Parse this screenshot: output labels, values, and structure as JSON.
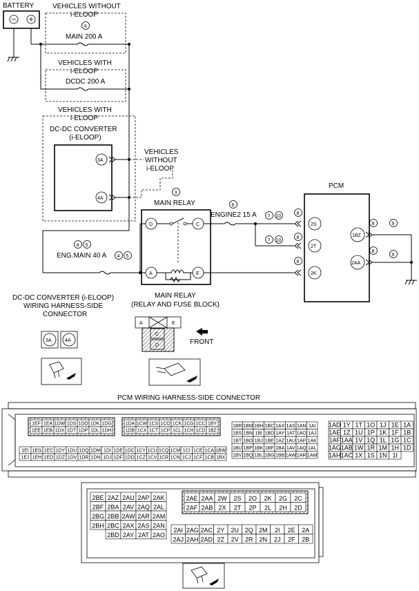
{
  "labels": {
    "battery": "BATTERY",
    "without_ieloop_a": "VEHICLES WITHOUT",
    "without_ieloop_b": "i-ELOOP",
    "with_ieloop_a": "VEHICLES WITH",
    "with_ieloop_b": "i-ELOOP",
    "main_fuse": "MAIN 200 A",
    "dcdc_fuse": "DCDC 200 A",
    "with_ieloop2_a": "VEHICLES WITH",
    "with_ieloop2_b": "i-ELOOP",
    "dcdc_conv_a": "DC-DC CONVERTER",
    "dcdc_conv_b": "(i-ELOOP)",
    "without2_a": "VEHICLES",
    "without2_b": "WITHOUT",
    "without2_c": "i-ELOOP",
    "main_relay": "MAIN RELAY",
    "engine2_fuse": "ENGINE2 15 A",
    "eng_main_fuse": "ENG.MAIN 40 A",
    "pcm": "PCM",
    "main_relay_cap_a": "MAIN RELAY",
    "main_relay_cap_b": "(RELAY AND FUSE BLOCK)",
    "dcdc_conn_a": "DC-DC CONVERTER (i-ELOOP)",
    "dcdc_conn_b": "WIRING HARNESS-SIDE",
    "dcdc_conn_c": "CONNECTOR",
    "front": "FRONT",
    "pcm_conn_title": "PCM WIRING HARNESS-SIDE CONNECTOR"
  },
  "callouts": {
    "c4": "4",
    "c3": "3",
    "c6": "6",
    "c7": "7",
    "c8": "8",
    "c9": "9",
    "c10": "10",
    "c5": "5"
  },
  "pins": {
    "p3A": "3A",
    "p4A": "4A",
    "pD": "D",
    "pC": "C",
    "pA": "A",
    "pE": "E",
    "p2S": "2S",
    "p2T": "2T",
    "p2K": "2K",
    "p1BZ": "1BZ",
    "p2AA": "2AA"
  },
  "relay_face": {
    "a": "A",
    "e": "E",
    "c": "C",
    "d": "D"
  },
  "pcm_connector": {
    "blockA": [
      [
        "1EF",
        "1EA",
        "1DW",
        "1DS",
        "1DO",
        "1DK",
        "1DG"
      ],
      [
        "1EE",
        "1EB",
        "1DX",
        "1DT",
        "1DP",
        "1DL",
        "1DH"
      ],
      [
        "1EI",
        "1EG",
        "1EC",
        "1DY",
        "1DU",
        "1DQ",
        "1DM",
        "1DI"
      ],
      [
        "1EJ",
        "1EH",
        "1ED",
        "1DZ",
        "1DV",
        "1DR",
        "1DN",
        "1DJ"
      ]
    ],
    "blockB": [
      [
        "1DA",
        "1CW",
        "1CS",
        "1CO",
        "1CK",
        "1CG",
        "1CC",
        "1BY"
      ],
      [
        "1DB",
        "1CX",
        "1CT",
        "1CP",
        "1CL",
        "1CH",
        "1CD",
        "1BZ"
      ],
      [
        "1DE",
        "1DC",
        "1CY",
        "1CU",
        "1CQ",
        "1CM",
        "1CI",
        "1CE",
        "1CA",
        "1BW"
      ],
      [
        "1DF",
        "1DD",
        "1CZ",
        "1CV",
        "1CR",
        "1CN",
        "1CJ",
        "1CF",
        "1CB",
        "1BX"
      ]
    ],
    "blockC": [
      [
        "1BR",
        "1BM",
        "1BH",
        "1BC",
        "1AX",
        "1AS",
        "1AN",
        "1AI"
      ],
      [
        "1BS",
        "1BN",
        "1BI",
        "1BD",
        "1AY",
        "1AT",
        "1AO",
        "1AJ"
      ],
      [
        "1BT",
        "1BO",
        "1BJ",
        "1BE",
        "1AZ",
        "1AU",
        "1AP",
        "1AK"
      ],
      [
        "1BU",
        "1BP",
        "1BK",
        "1BF",
        "1BA",
        "1AV",
        "1AQ",
        "1AL"
      ],
      [
        "1BV",
        "1BQ",
        "1BL",
        "1BG",
        "1BB",
        "1AW",
        "1AR",
        "1AM"
      ]
    ],
    "blockD": [
      [
        "1AD",
        "1Y",
        "1T",
        "1O",
        "1J",
        "1E",
        "1A"
      ],
      [
        "1AE",
        "1Z",
        "1U",
        "1P",
        "1K",
        "1F",
        "1B"
      ],
      [
        "1AF",
        "1AA",
        "1V",
        "1Q",
        "1L",
        "1G",
        "1C"
      ],
      [
        "1AG",
        "1AB",
        "1W",
        "1R",
        "1M",
        "1H",
        "1D"
      ],
      [
        "1AH",
        "1AC",
        "1X",
        "1S",
        "1N",
        "1I"
      ]
    ],
    "blockE": [
      [
        "2BE",
        "2AZ",
        "2AU",
        "2AP",
        "2AK"
      ],
      [
        "2BF",
        "2BA",
        "2AV",
        "2AQ",
        "2AL"
      ],
      [
        "2BG",
        "2BB",
        "2AW",
        "2AR",
        "2AM"
      ],
      [
        "2BH",
        "2BC",
        "2AX",
        "2AS",
        "2AN"
      ],
      [
        "",
        "2BD",
        "2AY",
        "2AT",
        "2AO"
      ]
    ],
    "blockF": [
      [
        "2AE",
        "2AA",
        "2W",
        "2S",
        "2O",
        "2K",
        "2G",
        "2C"
      ],
      [
        "2AF",
        "2AB",
        "2X",
        "2T",
        "2P",
        "2L",
        "2H",
        "2D"
      ]
    ],
    "blockG": [
      [
        "2AI",
        "2AG",
        "2AC",
        "2Y",
        "2U",
        "2Q",
        "2M",
        "2I",
        "2E",
        "2A"
      ],
      [
        "2AJ",
        "2AH",
        "2AD",
        "2Z",
        "2V",
        "2R",
        "2N",
        "2J",
        "2F",
        "2B"
      ]
    ]
  }
}
